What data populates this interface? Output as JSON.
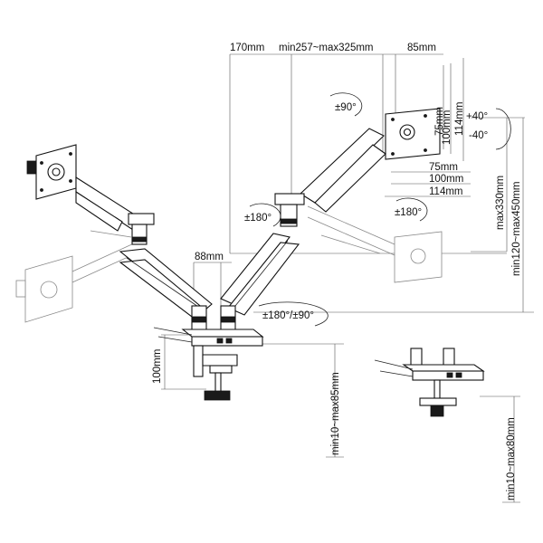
{
  "dimensions": {
    "arm_top": "170mm",
    "arm_reach": "min257~max325mm",
    "offset_85": "85mm",
    "vesa_75": "75mm",
    "vesa_100": "100mm",
    "vesa_114": "114mm",
    "gap_88": "88mm",
    "height_330": "max330mm",
    "height_range": "min120~max450mm",
    "base_100": "100mm",
    "clamp_range": "min10~max85mm",
    "grommet_range": "min10~max80mm"
  },
  "rotations": {
    "r90": "±90°",
    "tilt_up": "+40°",
    "tilt_down": "-40°",
    "r180_left": "±180°",
    "r180_right": "±180°",
    "r180_90": "±180°/±90°"
  },
  "colors": {
    "line": "#222222",
    "ghost": "#888888",
    "dark": "#1a1a1a"
  }
}
